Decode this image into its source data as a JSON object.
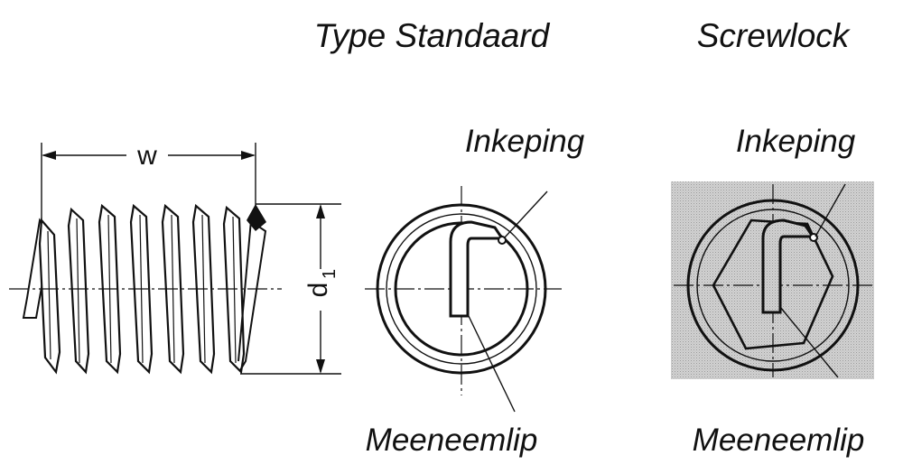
{
  "titles": {
    "standard": "Type Standaard",
    "screwlock": "Screwlock"
  },
  "dimensions": {
    "width": "w",
    "diameter_main": "d",
    "diameter_sub": "1"
  },
  "callouts": {
    "standard_notch": "Inkeping",
    "standard_tang": "Meeneemlip",
    "screwlock_notch": "Inkeping",
    "screwlock_tang": "Meeneemlip"
  },
  "colors": {
    "ink": "#111111",
    "screened_background": "#c9c9c9"
  }
}
